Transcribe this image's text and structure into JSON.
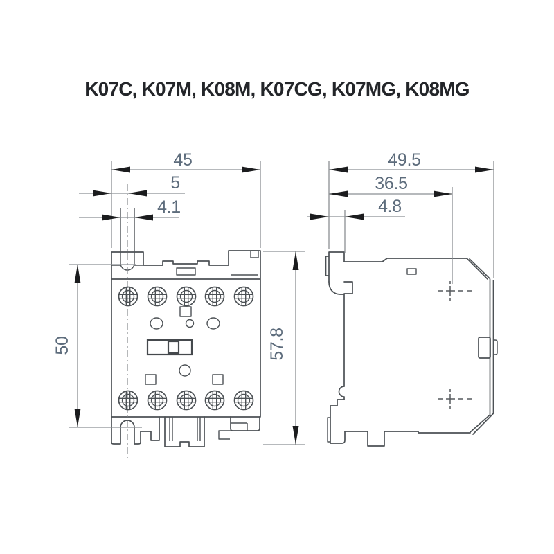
{
  "title": "K07C, K07M, K08M, K07CG, K07MG, K08MG",
  "front_view": {
    "overall_width": "45",
    "hole_offset": "5",
    "slot_width": "4.1",
    "hole_spacing": "50",
    "overall_height": "57.8"
  },
  "side_view": {
    "overall_depth": "49.5",
    "body_depth": "36.5",
    "rail_recess": "4.8"
  },
  "colors": {
    "background": "#ffffff",
    "outline": "#4c5155",
    "thin_line": "#8b8f93",
    "arrow": "#1b1c1e",
    "dimension_text": "#5d6c7c",
    "title_text": "#232529"
  }
}
